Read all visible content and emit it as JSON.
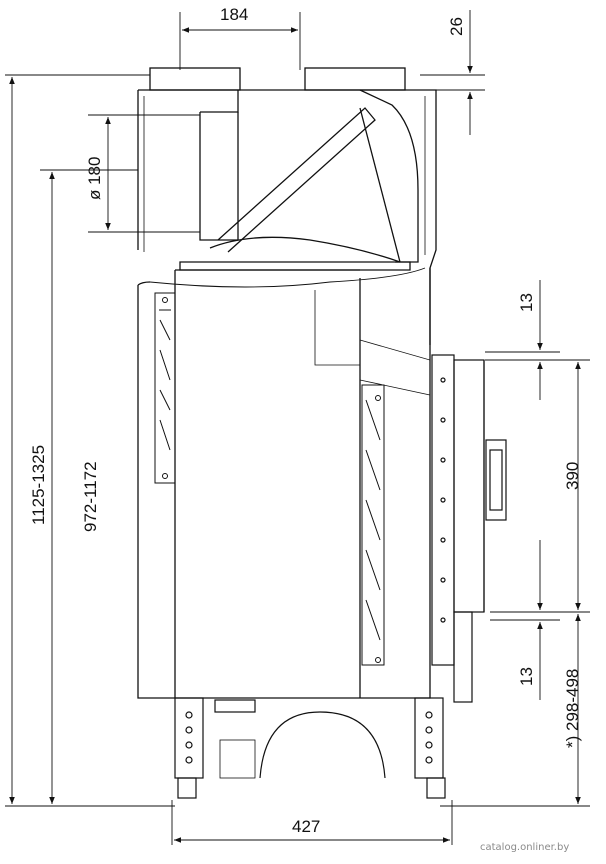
{
  "drawing": {
    "dimensions": {
      "top_width": "184",
      "top_gap": "26",
      "flue_diameter": "ø 180",
      "total_height": "1125-1325",
      "body_height": "972-1172",
      "gap_top": "13",
      "door_height": "390",
      "gap_bottom": "13",
      "door_offset": "*) 298-498",
      "base_width": "427"
    },
    "watermark": "catalog.onliner.by"
  },
  "colors": {
    "line": "#111111",
    "thin": "#333333",
    "watermark": "#8a8a8a"
  }
}
